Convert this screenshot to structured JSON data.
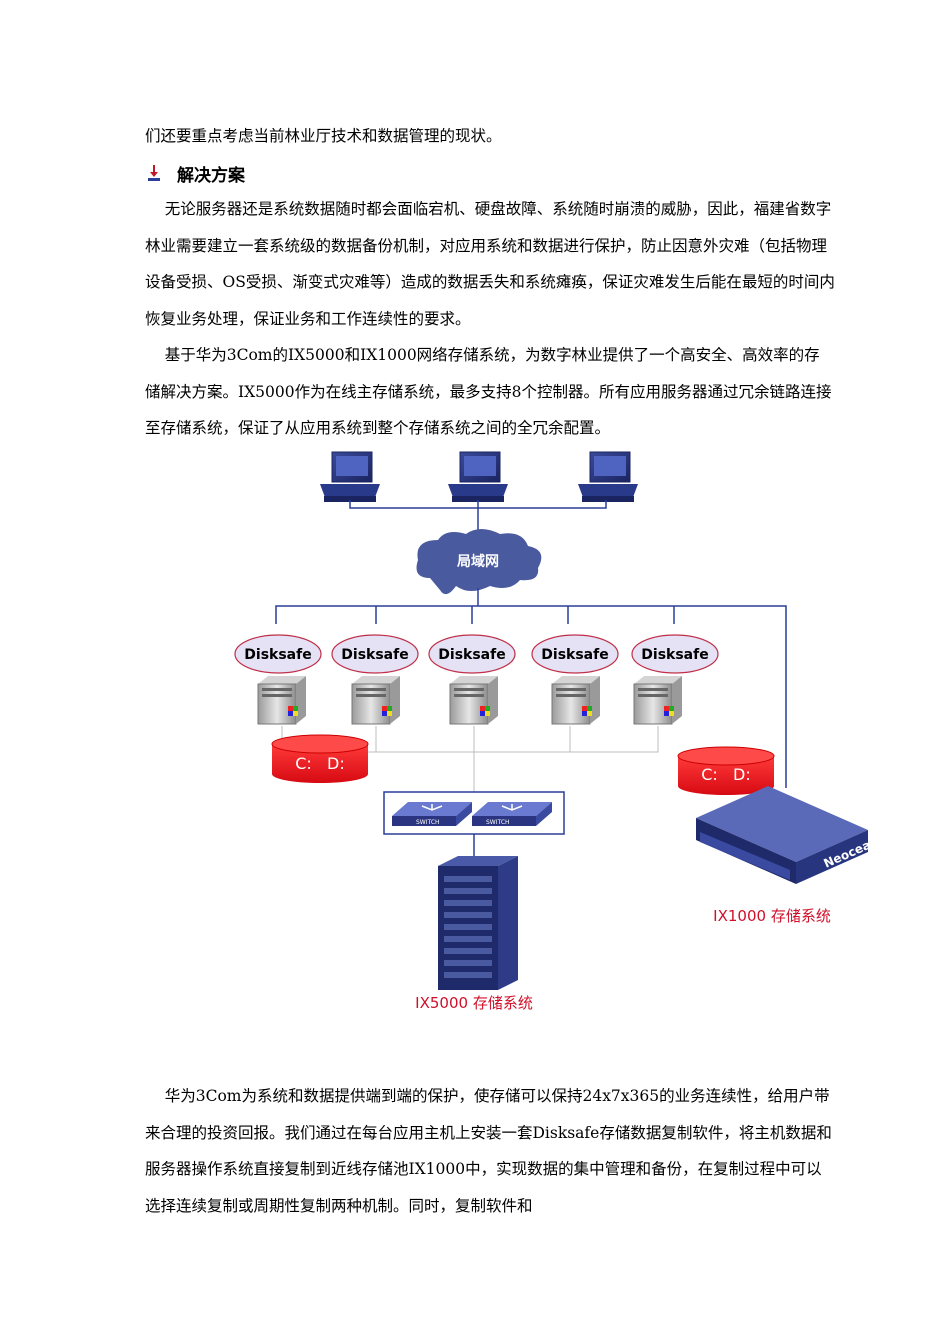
{
  "paragraphs": {
    "p0": "们还要重点考虑当前林业厅技术和数据管理的现状。",
    "heading": "解决方案",
    "p1": "    无论服务器还是系统数据随时都会面临宕机、硬盘故障、系统随时崩溃的威胁，因此，福建省数字林业需要建立一套系统级的数据备份机制，对应用系统和数据进行保护，防止因意外灾难（包括物理设备受损、OS受损、渐变式灾难等）造成的数据丢失和系统瘫痪，保证灾难发生后能在最短的时间内恢复业务处理，保证业务和工作连续性的要求。",
    "p2": "    基于华为3Com的IX5000和IX1000网络存储系统，为数字林业提供了一个高安全、高效率的存储解决方案。IX5000作为在线主存储系统，最多支持8个控制器。所有应用服务器通过冗余链路连接至存储系统，保证了从应用系统到整个存储系统之间的全冗余配置。",
    "p3": "    华为3Com为系统和数据提供端到端的保护，使存储可以保持24x7x365的业务连续性，给用户带来合理的投资回报。我们通过在每台应用主机上安装一套Disksafe存储数据复制软件，将主机数据和服务器操作系统直接复制到近线存储池IX1000中，实现数据的集中管理和备份，在复制过程中可以选择连续复制或周期性复制两种机制。同时，复制软件和"
  },
  "diagram": {
    "lan_label": "局域网",
    "disksafe_labels": [
      "Disksafe",
      "Disksafe",
      "Disksafe",
      "Disksafe",
      "Disksafe"
    ],
    "volume_label_left": "C:   D:",
    "volume_label_right": "C:   D:",
    "switch_labels": [
      "SWITCH",
      "SWITCH"
    ],
    "neocean_label": "Neocean",
    "ix1000_label": "IX1000 存储系统",
    "ix5000_label": "IX5000 存储系统"
  },
  "colors": {
    "cloud": "#4a5a9e",
    "disksafe_fill": "#e4e2f4",
    "disksafe_stroke": "#c0304a",
    "volume_red": "#e8101e",
    "line_blue": "#2a3f9a",
    "label_red": "#d0102a"
  }
}
